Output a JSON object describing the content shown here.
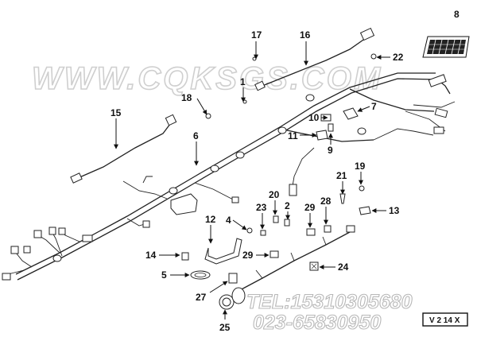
{
  "watermark": {
    "site": "WWW.CQKSGS.COM",
    "tel": "TEL:15310305680",
    "phone": "023-65830950"
  },
  "diagram_code": "V 2 14 X",
  "callouts": {
    "c1": "1",
    "c2": "2",
    "c4": "4",
    "c5": "5",
    "c6": "6",
    "c7": "7",
    "c8": "8",
    "c9": "9",
    "c10": "10",
    "c11": "11",
    "c12": "12",
    "c13": "13",
    "c14": "14",
    "c15": "15",
    "c16": "16",
    "c17": "17",
    "c18": "18",
    "c19": "19",
    "c20": "20",
    "c21": "21",
    "c22": "22",
    "c23": "23",
    "c24": "24",
    "c25": "25",
    "c27": "27",
    "c28": "28",
    "c29a": "29",
    "c29b": "29"
  }
}
